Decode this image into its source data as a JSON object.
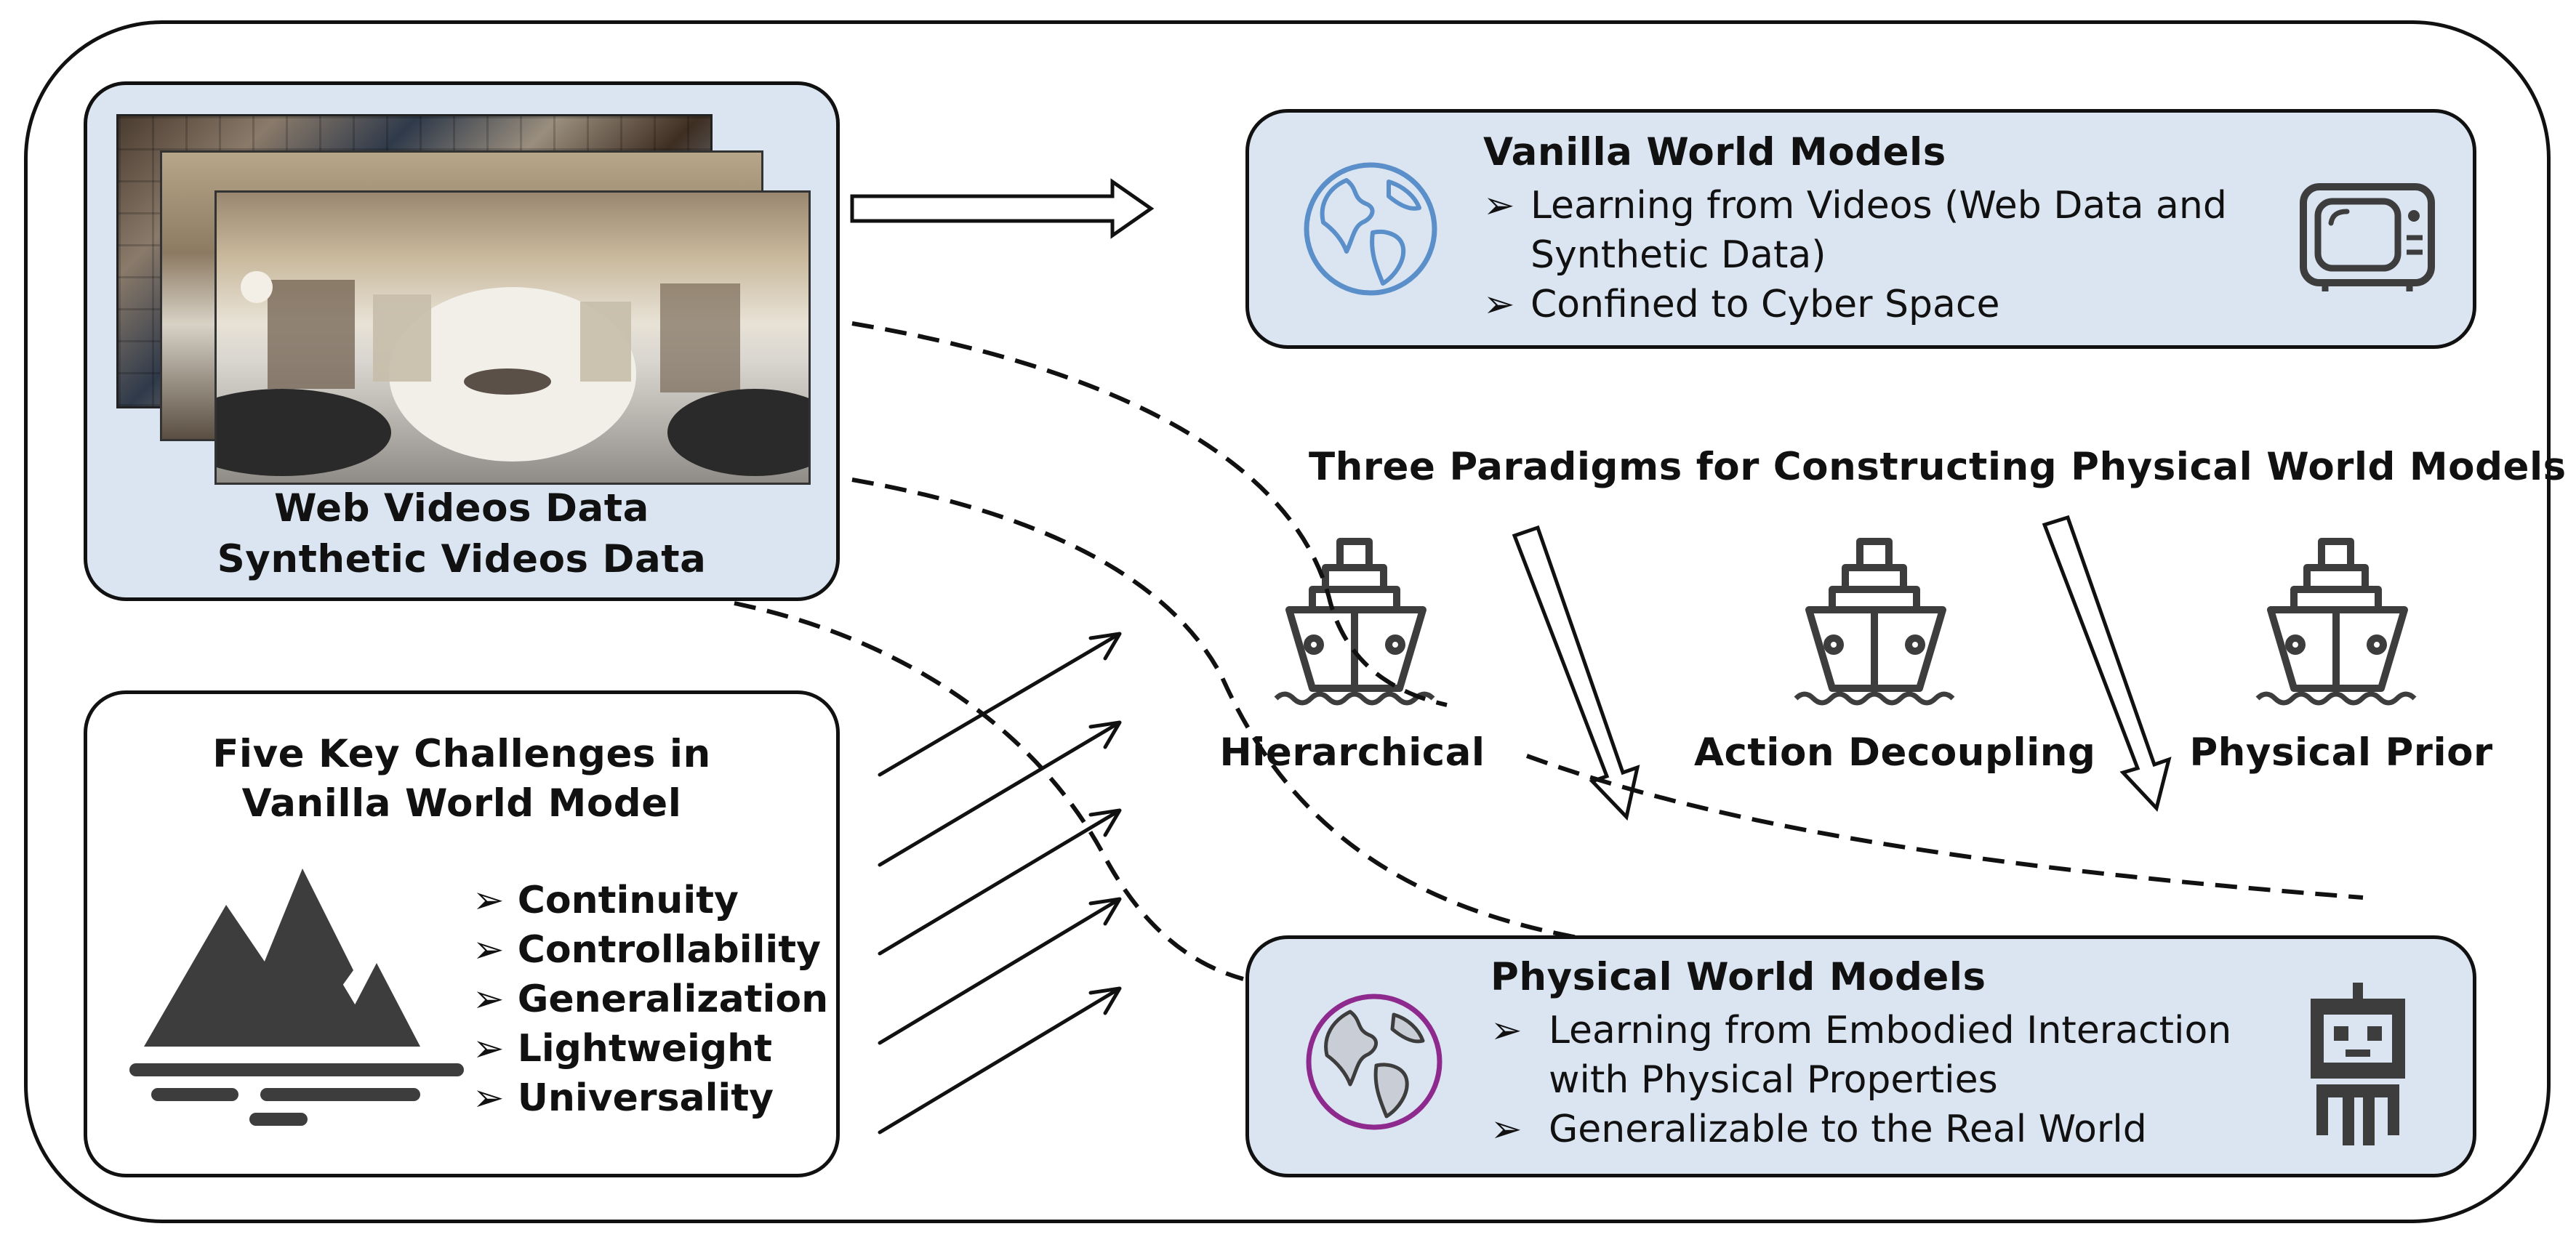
{
  "source": {
    "caption_line1": "Web Videos Data",
    "caption_line2": "Synthetic Videos Data"
  },
  "vanilla": {
    "title": "Vanilla World Models",
    "bullet1_line1": "Learning from Videos (Web Data and",
    "bullet1_line2": "Synthetic Data)",
    "bullet2": "Confined to Cyber Space",
    "bullet_marker": "➢"
  },
  "paradigms": {
    "heading": "Three Paradigms for Constructing Physical World Models",
    "items": [
      {
        "label": "Hierarchical",
        "icon": "ship-icon"
      },
      {
        "label": "Action Decoupling",
        "icon": "ship-icon"
      },
      {
        "label": "Physical Prior",
        "icon": "ship-icon"
      }
    ]
  },
  "challenges": {
    "title_line1": "Five Key Challenges in",
    "title_line2": "Vanilla World Model",
    "items": [
      "Continuity",
      "Controllability",
      "Generalization",
      "Lightweight",
      "Universality"
    ],
    "icon": "mountain-icon"
  },
  "physical": {
    "title": "Physical World Models",
    "bullet1_line1": "Learning from Embodied Interaction",
    "bullet1_line2": "with Physical Properties",
    "bullet2": "Generalizable to the Real World"
  },
  "colors": {
    "panel_fill": "#dbe5f2",
    "vanilla_globe": "#5b8fc9",
    "physical_globe": "#8e2a8e",
    "dark_icon": "#3d3d3d"
  }
}
